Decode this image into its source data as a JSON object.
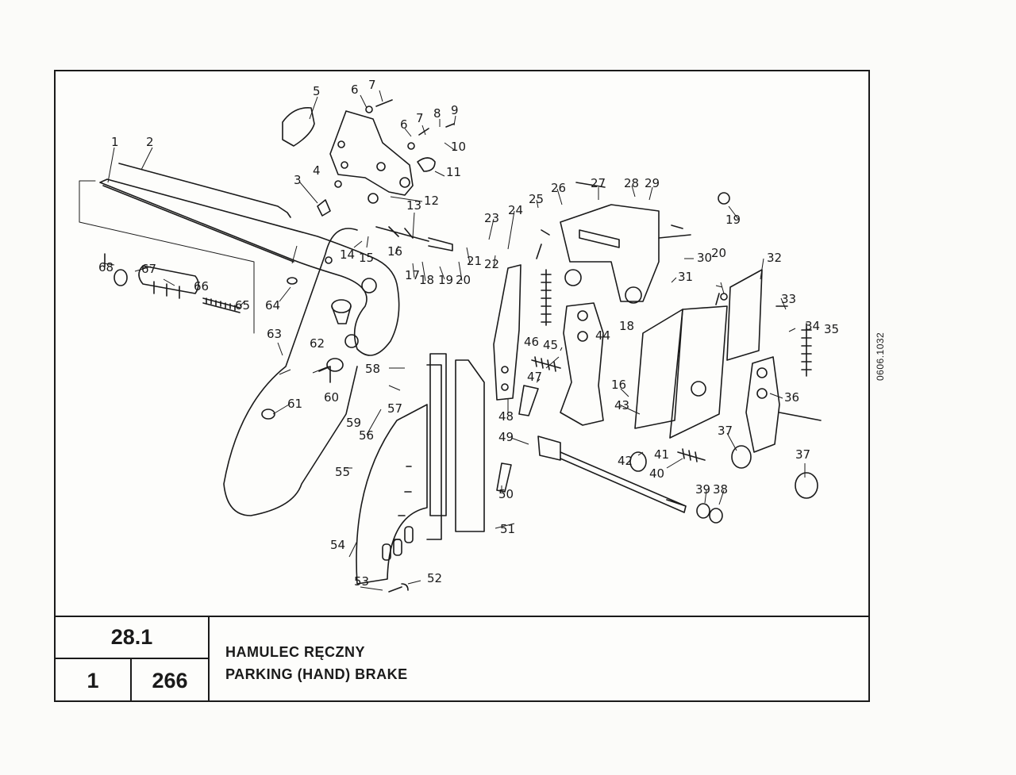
{
  "sheet": {
    "section_number": "28.1",
    "volume": "1",
    "page": "266",
    "title_pl": "HAMULEC RĘCZNY",
    "title_en": "PARKING (HAND) BRAKE",
    "drawing_number": "0606.1032"
  },
  "callouts": [
    {
      "n": "1"
    },
    {
      "n": "2"
    },
    {
      "n": "3"
    },
    {
      "n": "4"
    },
    {
      "n": "5"
    },
    {
      "n": "6"
    },
    {
      "n": "7"
    },
    {
      "n": "6"
    },
    {
      "n": "7"
    },
    {
      "n": "8"
    },
    {
      "n": "9"
    },
    {
      "n": "10"
    },
    {
      "n": "11"
    },
    {
      "n": "12"
    },
    {
      "n": "13"
    },
    {
      "n": "14"
    },
    {
      "n": "15"
    },
    {
      "n": "16"
    },
    {
      "n": "17"
    },
    {
      "n": "18"
    },
    {
      "n": "19"
    },
    {
      "n": "20"
    },
    {
      "n": "21"
    },
    {
      "n": "22"
    },
    {
      "n": "23"
    },
    {
      "n": "24"
    },
    {
      "n": "25"
    },
    {
      "n": "26"
    },
    {
      "n": "27"
    },
    {
      "n": "28"
    },
    {
      "n": "29"
    },
    {
      "n": "30"
    },
    {
      "n": "31"
    },
    {
      "n": "19"
    },
    {
      "n": "20"
    },
    {
      "n": "32"
    },
    {
      "n": "33"
    },
    {
      "n": "34"
    },
    {
      "n": "35"
    },
    {
      "n": "36"
    },
    {
      "n": "37"
    },
    {
      "n": "37"
    },
    {
      "n": "38"
    },
    {
      "n": "39"
    },
    {
      "n": "40"
    },
    {
      "n": "41"
    },
    {
      "n": "42"
    },
    {
      "n": "43"
    },
    {
      "n": "44"
    },
    {
      "n": "45"
    },
    {
      "n": "46"
    },
    {
      "n": "47"
    },
    {
      "n": "48"
    },
    {
      "n": "49"
    },
    {
      "n": "50"
    },
    {
      "n": "51"
    },
    {
      "n": "52"
    },
    {
      "n": "53"
    },
    {
      "n": "54"
    },
    {
      "n": "55"
    },
    {
      "n": "56"
    },
    {
      "n": "57"
    },
    {
      "n": "58"
    },
    {
      "n": "59"
    },
    {
      "n": "60"
    },
    {
      "n": "61"
    },
    {
      "n": "62"
    },
    {
      "n": "63"
    },
    {
      "n": "64"
    },
    {
      "n": "65"
    },
    {
      "n": "66"
    },
    {
      "n": "67"
    },
    {
      "n": "68"
    },
    {
      "n": "18"
    },
    {
      "n": "16"
    }
  ]
}
